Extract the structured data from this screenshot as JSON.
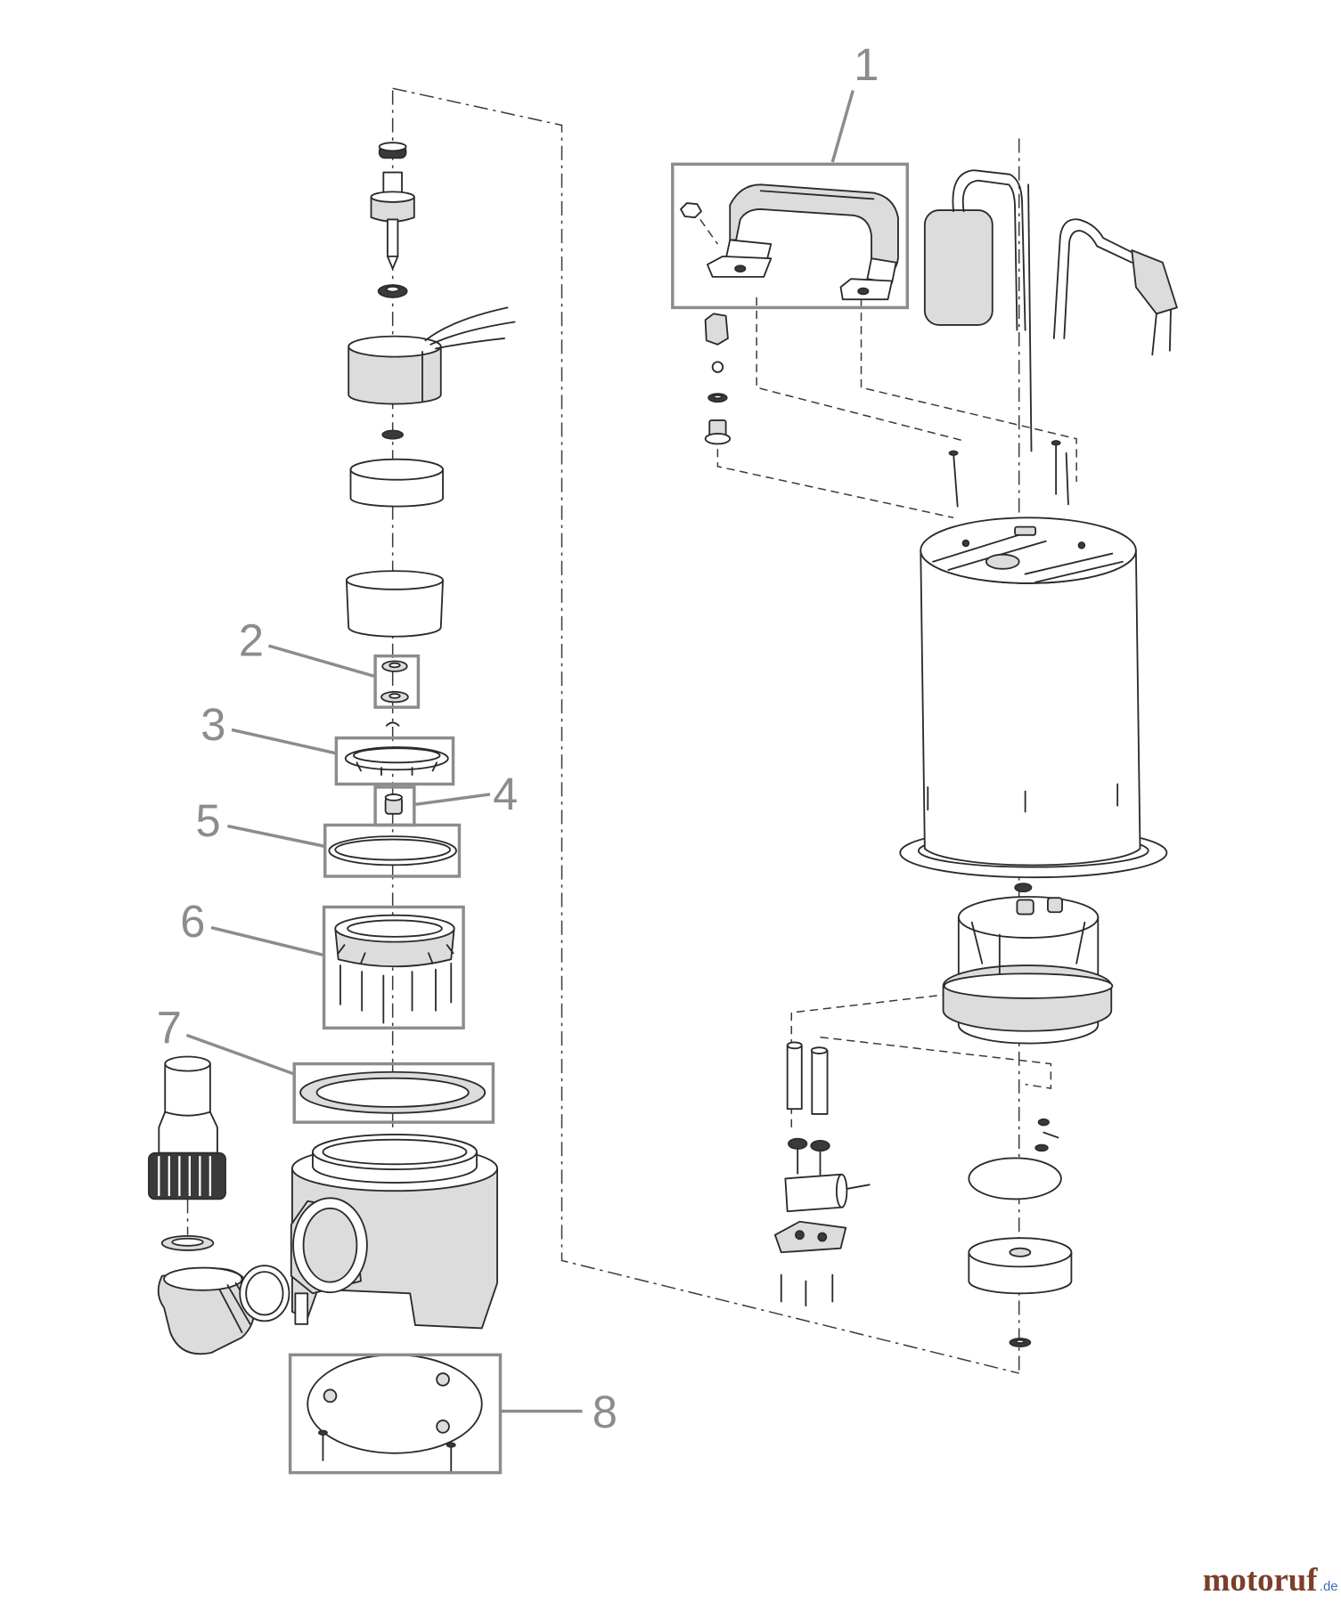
{
  "callouts": [
    {
      "label": "1"
    },
    {
      "label": "2"
    },
    {
      "label": "3"
    },
    {
      "label": "4"
    },
    {
      "label": "5"
    },
    {
      "label": "6"
    },
    {
      "label": "7"
    },
    {
      "label": "8"
    }
  ],
  "logo": {
    "name": "motoruf",
    "suffix": ".de"
  },
  "colors": {
    "line": "#2b2b2b",
    "callout": "#8c8c8c",
    "logo": "#7b3f2a",
    "logo_suffix": "#3a6fb0"
  }
}
